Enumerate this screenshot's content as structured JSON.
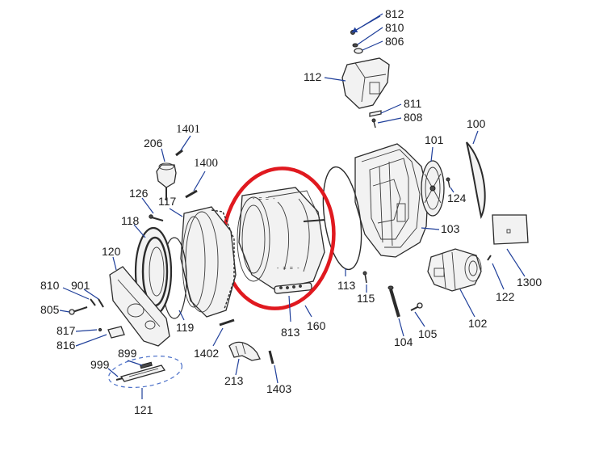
{
  "labels": {
    "p812": "812",
    "p810": "810",
    "p806": "806",
    "p112": "112",
    "p811": "811",
    "p808": "808",
    "p100": "100",
    "p101": "101",
    "p124": "124",
    "p103": "103",
    "p1401": "1401",
    "p206": "206",
    "p1400": "1400",
    "p126": "126",
    "p117": "117",
    "p118": "118",
    "p120": "120",
    "p810b": "810",
    "p901": "901",
    "p805": "805",
    "p817": "817",
    "p816": "816",
    "p119": "119",
    "p1402": "1402",
    "p213": "213",
    "p1403": "1403",
    "p999": "999",
    "p899": "899",
    "p121": "121",
    "p813": "813",
    "p160": "160",
    "p113": "113",
    "p115": "115",
    "p104": "104",
    "p105": "105",
    "p102": "102",
    "p122": "122",
    "p1300": "1300"
  },
  "colors": {
    "highlight": "#e0191f",
    "leader": "#1f3f9a",
    "ink": "#1a1a1a"
  }
}
